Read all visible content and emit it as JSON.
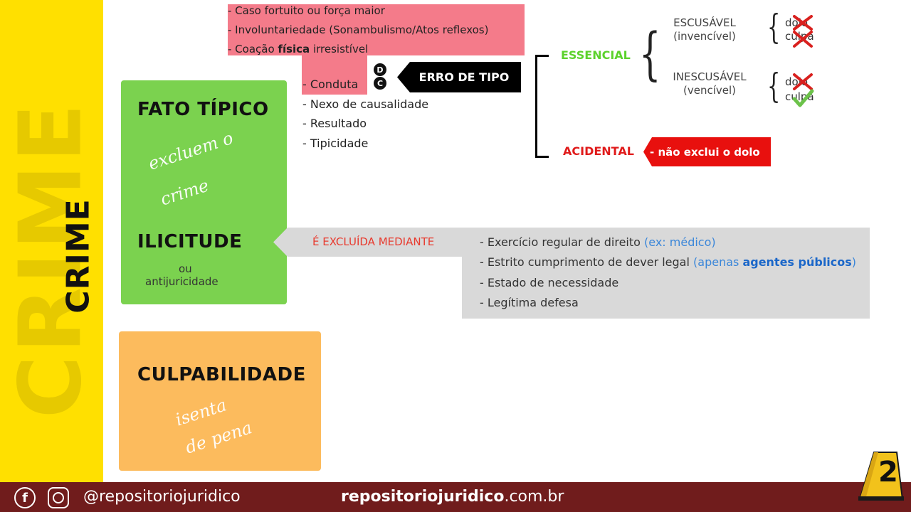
{
  "sidebar": {
    "watermark": "CRIME",
    "title": "CRIME",
    "color": "#FFE000"
  },
  "fato_tipico": {
    "title": "FATO TÍPICO",
    "note_line1": "excluem o",
    "note_line2": "crime",
    "color": "#7BD24F"
  },
  "ilicitude": {
    "title": "ILICITUDE",
    "sub1": "ou",
    "sub2": "antijuricidade"
  },
  "culpabilidade": {
    "title": "CULPABILIDADE",
    "note_line1": "isenta",
    "note_line2": "de pena",
    "color": "#FCBB5D"
  },
  "excludentes_fato": {
    "item1": "- Caso fortuito ou força maior",
    "item2": "- Involuntariedade (Sonambulismo/Atos reflexos)",
    "item3_pre": "- Coação ",
    "item3_bold": "física",
    "item3_post": " irresistível"
  },
  "elementos_fato": {
    "item1": "- Conduta",
    "item2": "- Nexo de causalidade",
    "item3": "- Resultado",
    "item4": "- Tipicidade"
  },
  "dc_badges": {
    "d": "D",
    "c": "C"
  },
  "erro_de_tipo": {
    "label": "ERRO DE TIPO",
    "essencial": "ESSENCIAL",
    "acidental": "ACIDENTAL",
    "acidental_note": "- não exclui o dolo",
    "escusavel": "ESCUSÁVEL",
    "escusavel_sub": "(invencível)",
    "inescusavel": "INESCUSÁVEL",
    "inescusavel_sub": "(vencível)",
    "dolo": "dolo",
    "culpa": "culpa"
  },
  "ilicitude_panel": {
    "arrow_label": "É EXCLUÍDA MEDIANTE",
    "item1_pre": "- Exercício regular de direito ",
    "item1_blue": "(ex: médico)",
    "item2_pre": "- Estrito cumprimento de dever legal ",
    "item2_blue": "(apenas ",
    "item2_bold": "agentes públicos",
    "item2_close": ")",
    "item3": "- Estado de necessidade",
    "item4": "- Legítima defesa"
  },
  "footer": {
    "handle": "@repositoriojuridico",
    "site_bold": "repositoriojuridico",
    "site_rest": ".com.br",
    "evidence_number": "2",
    "color": "#701C1C"
  }
}
